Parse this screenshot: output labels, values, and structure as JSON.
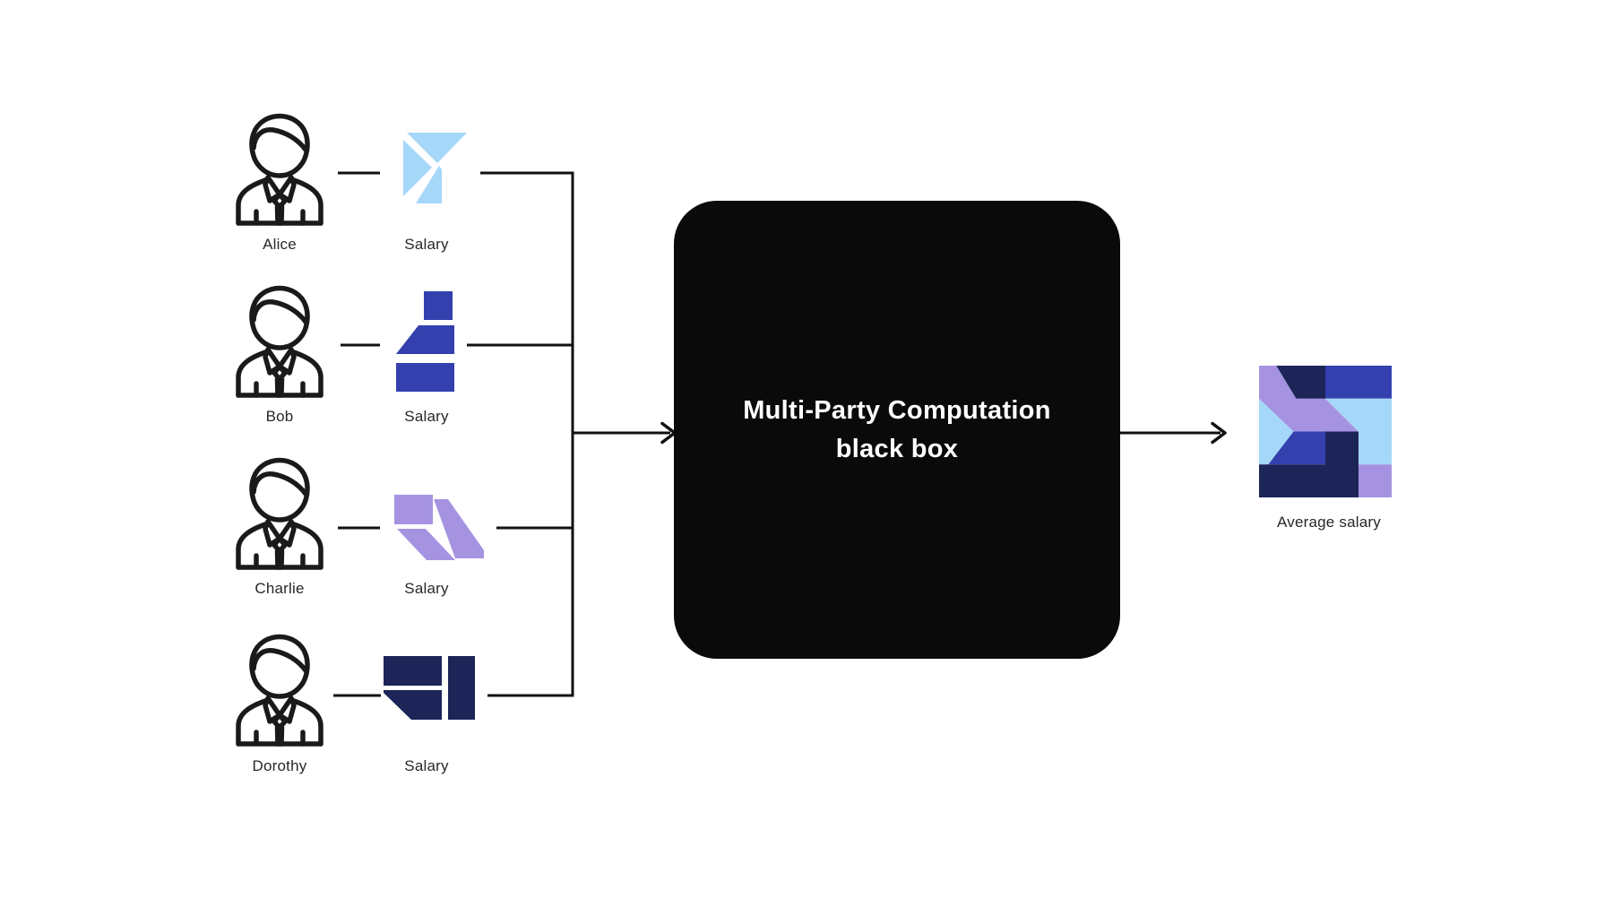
{
  "colors": {
    "light_blue": "#A5D7F9",
    "royal_blue": "#3340AE",
    "light_purple": "#A593E2",
    "navy": "#1C2458",
    "box_black": "#0A0A0A",
    "line": "#111111",
    "text": "#26282B"
  },
  "people": [
    {
      "name": "Alice",
      "salary_label": "Salary",
      "share_color": "#A5D7F9"
    },
    {
      "name": "Bob",
      "salary_label": "Salary",
      "share_color": "#3340AE"
    },
    {
      "name": "Charlie",
      "salary_label": "Salary",
      "share_color": "#A593E2"
    },
    {
      "name": "Dorothy",
      "salary_label": "Salary",
      "share_color": "#1C2458"
    }
  ],
  "black_box": {
    "title_line1": "Multi-Party Computation",
    "title_line2": "black box"
  },
  "output": {
    "label": "Average salary"
  }
}
